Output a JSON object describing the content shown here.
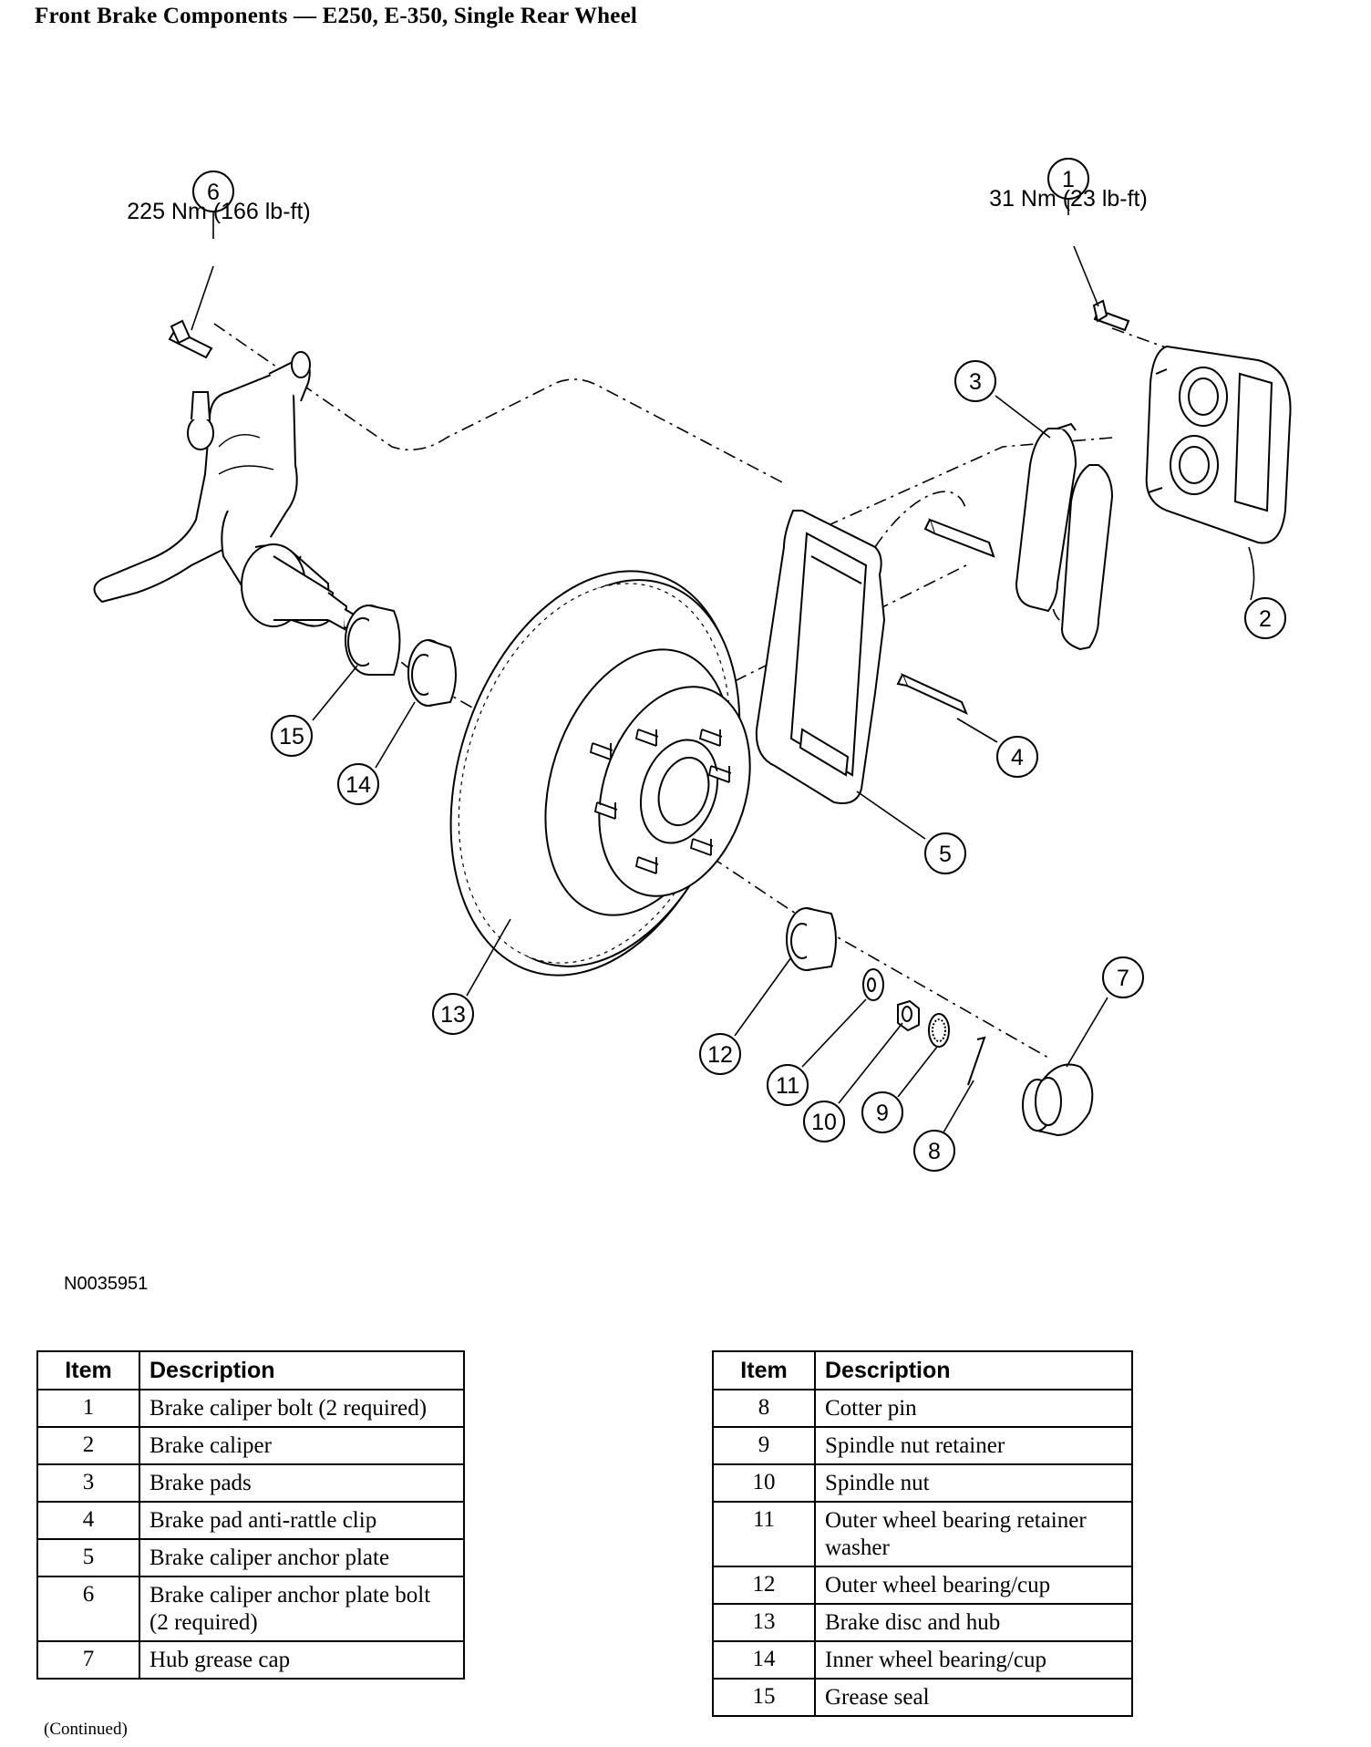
{
  "title": "Front Brake Components — E250, E-350, Single Rear Wheel",
  "figure_id": "N0035951",
  "torque_specs": {
    "item_6": "225 Nm (166 lb-ft)",
    "item_1": "31 Nm (23 lb-ft)"
  },
  "callouts": [
    "1",
    "2",
    "3",
    "4",
    "5",
    "6",
    "7",
    "8",
    "9",
    "10",
    "11",
    "12",
    "13",
    "14",
    "15"
  ],
  "table_headers": {
    "item": "Item",
    "description": "Description"
  },
  "table_left": [
    {
      "item": "1",
      "description": "Brake caliper bolt (2 required)"
    },
    {
      "item": "2",
      "description": "Brake caliper"
    },
    {
      "item": "3",
      "description": "Brake pads"
    },
    {
      "item": "4",
      "description": "Brake pad anti-rattle clip"
    },
    {
      "item": "5",
      "description": "Brake caliper anchor plate"
    },
    {
      "item": "6",
      "description": "Brake caliper anchor plate bolt (2 required)"
    },
    {
      "item": "7",
      "description": "Hub grease cap"
    }
  ],
  "table_right": [
    {
      "item": "8",
      "description": "Cotter pin"
    },
    {
      "item": "9",
      "description": "Spindle nut retainer"
    },
    {
      "item": "10",
      "description": "Spindle nut"
    },
    {
      "item": "11",
      "description": "Outer wheel bearing retainer washer"
    },
    {
      "item": "12",
      "description": "Outer wheel bearing/cup"
    },
    {
      "item": "13",
      "description": "Brake disc and hub"
    },
    {
      "item": "14",
      "description": "Inner wheel bearing/cup"
    },
    {
      "item": "15",
      "description": "Grease seal"
    }
  ],
  "continued_note": "(Continued)"
}
